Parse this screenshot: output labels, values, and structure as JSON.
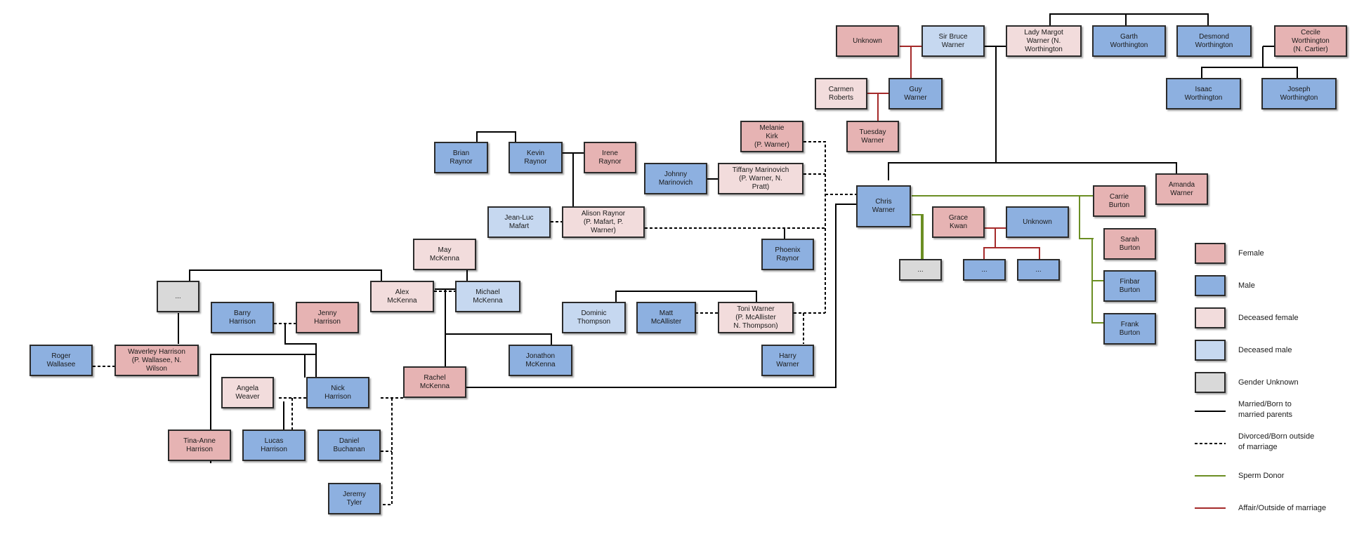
{
  "people": {
    "unknown_top": "Unknown",
    "sir_bruce": "Sir Bruce\nWarner",
    "lady_margot": "Lady Margot\nWarner (N.\nWorthington",
    "garth": "Garth\nWorthington",
    "desmond": "Desmond\nWorthington",
    "cecile": "Cecile\nWorthington\n(N. Cartier)",
    "carmen": "Carmen\nRoberts",
    "guy": "Guy\nWarner",
    "isaac": "Isaac\nWorthington",
    "joseph": "Joseph\nWorthington",
    "tuesday": "Tuesday\nWarner",
    "melanie": "Melanie\nKirk\n(P. Warner)",
    "brian": "Brian\nRaynor",
    "kevin": "Kevin\nRaynor",
    "irene": "Irene\nRaynor",
    "johnny": "Johnny\nMarinovich",
    "tiffany": "Tiffany Marinovich\n(P. Warner, N.\nPratt)",
    "amanda": "Amanda\nWarner",
    "chris": "Chris\nWarner",
    "carrie": "Carrie\nBurton",
    "jean_luc": "Jean-Luc\nMafart",
    "alison": "Alison Raynor\n(P. Mafart, P.\nWarner)",
    "grace": "Grace\nKwan",
    "unknown_grace": "Unknown",
    "sarah": "Sarah\nBurton",
    "may": "May\nMcKenna",
    "phoenix": "Phoenix\nRaynor",
    "unknown_chris_child": "...",
    "grace_child_1": "...",
    "grace_child_2": "...",
    "finbar": "Finbar\nBurton",
    "unknown_left": "...",
    "alex": "Alex\nMcKenna",
    "michael": "Michael\nMcKenna",
    "barry": "Barry\nHarrison",
    "jenny": "Jenny\nHarrison",
    "dominic": "Dominic\nThompson",
    "matt": "Matt\nMcAllister",
    "toni": "Toni Warner\n(P. McAllister\nN. Thompson)",
    "frank": "Frank\nBurton",
    "roger": "Roger\nWallasee",
    "waverley": "Waverley Harrison\n(P. Wallasee, N.\nWilson",
    "jonathon": "Jonathon\nMcKenna",
    "harry": "Harry\nWarner",
    "angela": "Angela\nWeaver",
    "nick": "Nick\nHarrison",
    "rachel": "Rachel\nMcKenna",
    "tina": "Tina-Anne\nHarrison",
    "lucas": "Lucas\nHarrison",
    "daniel": "Daniel\nBuchanan",
    "jeremy": "Jeremy\nTyler"
  },
  "legend": {
    "female": "Female",
    "male": "Male",
    "deceased_female": "Deceased female",
    "deceased_male": "Deceased male",
    "gender_unknown": "Gender Unknown",
    "married": "Married/Born to\nmarried parents",
    "divorced": "Divorced/Born outside\nof marriage",
    "sperm_donor": "Sperm Donor",
    "affair": "Affair/Outside of marriage"
  },
  "colors": {
    "female": "#e6b3b3",
    "male": "#8db0e0",
    "deceased_female": "#f2dcdc",
    "deceased_male": "#c6d8f0",
    "gender_unknown": "#d9d9d9",
    "married_line": "#000000",
    "divorced_line": "#000000",
    "sperm_donor_line": "#6b8e23",
    "affair_line": "#a52a2a"
  }
}
